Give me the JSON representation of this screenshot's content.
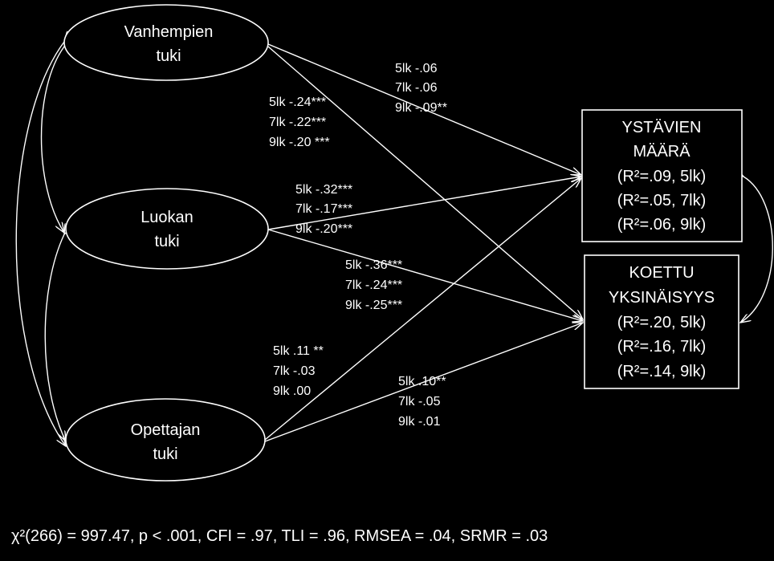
{
  "latent_factors": [
    {
      "id": "vanhempien",
      "lines": [
        "Vanhempien",
        "tuki"
      ]
    },
    {
      "id": "luokan",
      "lines": [
        "Luokan",
        "tuki"
      ]
    },
    {
      "id": "opettajan",
      "lines": [
        "Opettajan",
        "tuki"
      ]
    }
  ],
  "outcomes": [
    {
      "id": "ystavien",
      "lines": [
        "YSTÄVIEN",
        "MÄÄRÄ",
        "(R²=.09, 5lk)",
        "(R²=.05, 7lk)",
        "(R²=.06, 9lk)"
      ]
    },
    {
      "id": "yksinaisyys",
      "lines": [
        "KOETTU",
        "YKSINÄISYYS",
        "(R²=.20, 5lk)",
        "(R²=.16, 7lk)",
        "(R²=.14, 9lk)"
      ]
    }
  ],
  "path_coefficients": [
    {
      "id": "vanhempien-ystavien",
      "from": "vanhempien",
      "to": "ystavien",
      "lines": [
        "5lk -.06",
        "7lk -.06",
        "9lk -.09**"
      ]
    },
    {
      "id": "vanhempien-yksinaisyys",
      "from": "vanhempien",
      "to": "yksinaisyys",
      "lines": [
        "5lk -.24***",
        "7lk -.22***",
        "9lk -.20 ***"
      ]
    },
    {
      "id": "luokan-ystavien",
      "from": "luokan",
      "to": "ystavien",
      "lines": [
        "5lk -.32***",
        "7lk -.17***",
        "9lk -.20***"
      ]
    },
    {
      "id": "luokan-yksinaisyys",
      "from": "luokan",
      "to": "yksinaisyys",
      "lines": [
        "5lk -.36***",
        "7lk -.24***",
        "9lk -.25***"
      ]
    },
    {
      "id": "opettajan-ystavien",
      "from": "opettajan",
      "to": "ystavien",
      "lines": [
        "5lk .11 **",
        "7lk -.03",
        "9lk .00"
      ]
    },
    {
      "id": "opettajan-yksinaisyys",
      "from": "opettajan",
      "to": "yksinaisyys",
      "lines": [
        "5lk .10**",
        "7lk -.05",
        "9lk -.01"
      ]
    }
  ],
  "fit_statistics": "χ²(266) = 997.47, p < .001, CFI = .97, TLI = .96, RMSEA = .04, SRMR = .03"
}
